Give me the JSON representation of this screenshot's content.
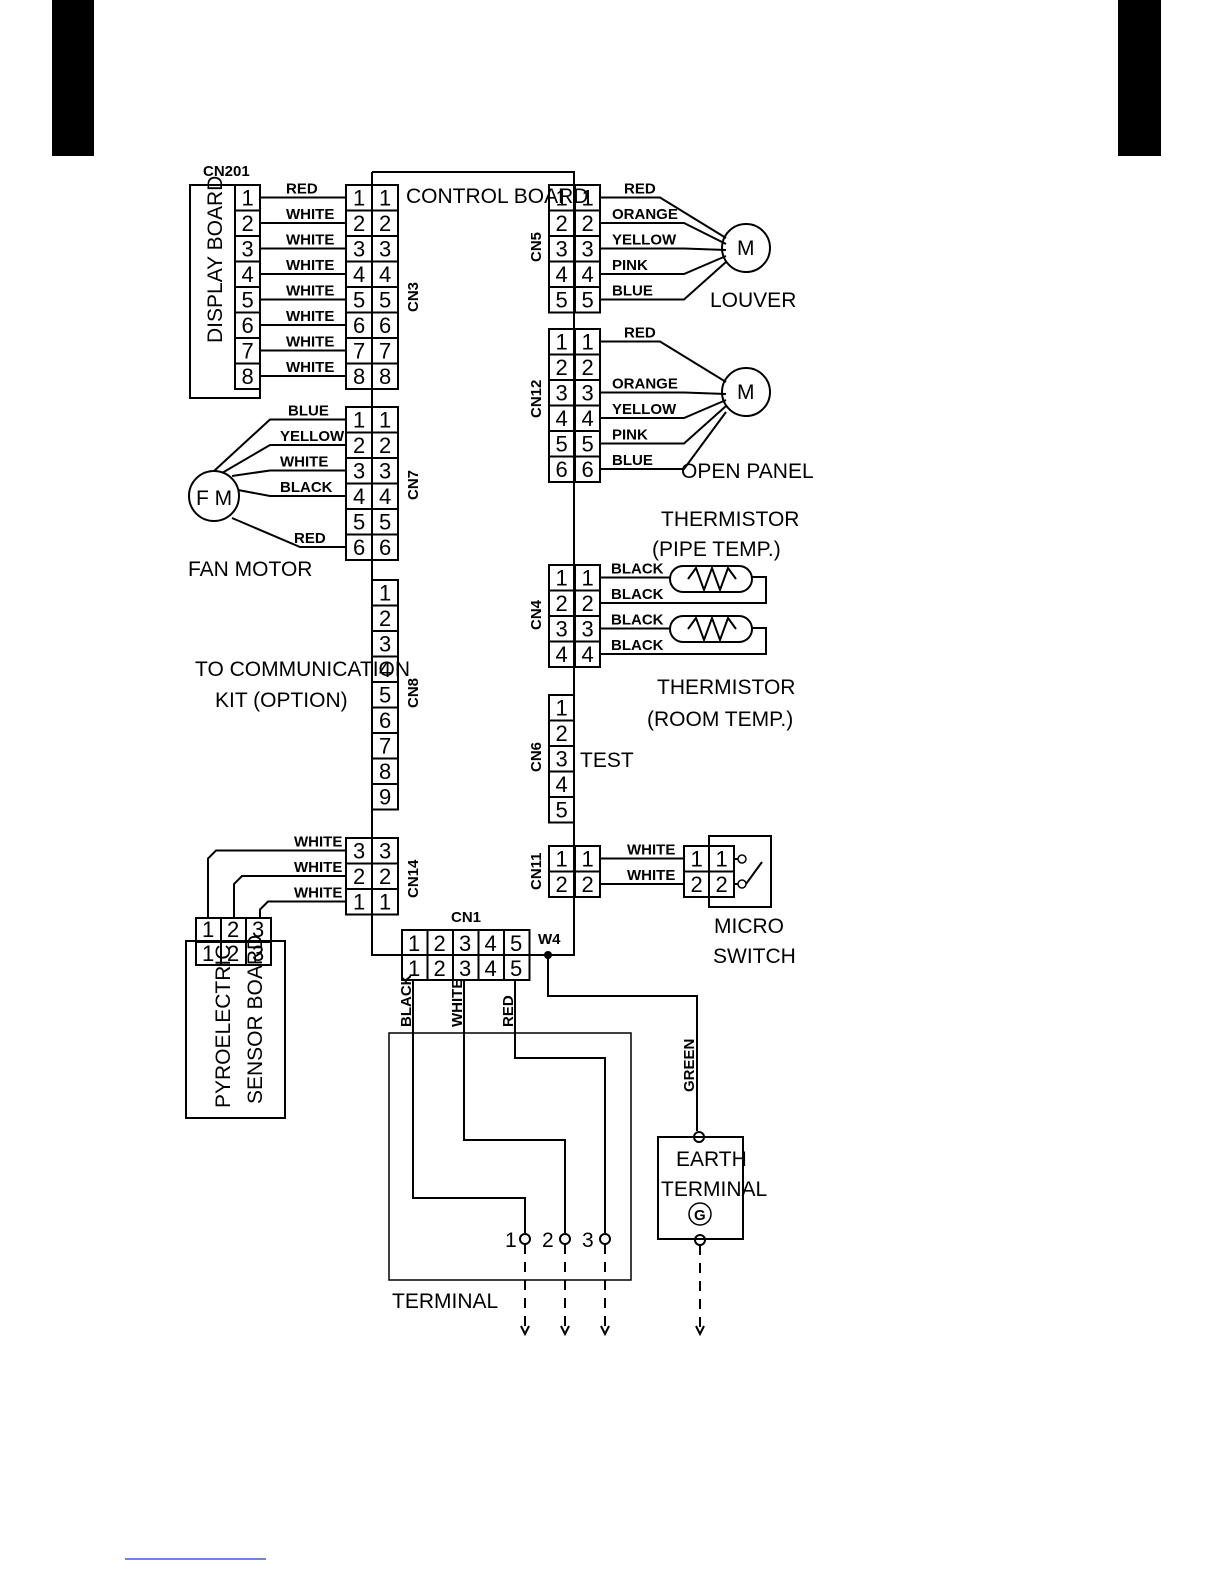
{
  "control_board_label": "CONTROL BOARD",
  "display": {
    "header": "CN201",
    "label": "DISPLAY BOARD",
    "pins": [
      "1",
      "2",
      "3",
      "4",
      "5",
      "6",
      "7",
      "8"
    ],
    "wires": [
      "RED",
      "WHITE",
      "WHITE",
      "WHITE",
      "WHITE",
      "WHITE",
      "WHITE",
      "WHITE"
    ]
  },
  "cn3": {
    "label": "CN3",
    "pins": [
      "1",
      "2",
      "3",
      "4",
      "5",
      "6",
      "7",
      "8"
    ]
  },
  "cn7": {
    "label": "CN7",
    "pins": [
      "1",
      "2",
      "3",
      "4",
      "5",
      "6"
    ],
    "wires": [
      "BLUE",
      "YELLOW",
      "WHITE",
      "BLACK",
      "",
      "RED"
    ]
  },
  "fan_motor": {
    "symbol": "F M",
    "label": "FAN MOTOR"
  },
  "cn8": {
    "label": "CN8",
    "pins": [
      "1",
      "2",
      "3",
      "4",
      "5",
      "6",
      "7",
      "8",
      "9"
    ],
    "note_line1": "TO COMMUNICATION",
    "note_line2": "KIT (OPTION)"
  },
  "cn14": {
    "label": "CN14",
    "pins": [
      "3",
      "2",
      "1"
    ],
    "wires": [
      "WHITE",
      "WHITE",
      "WHITE"
    ]
  },
  "pyro": {
    "pins": [
      "1",
      "2",
      "3"
    ],
    "line1": "PYROELECTRIC",
    "line2": "SENSOR BOARD"
  },
  "cn1": {
    "label": "CN1",
    "pins": [
      "1",
      "2",
      "3",
      "4",
      "5"
    ],
    "wires": [
      "BLACK",
      "WHITE",
      "RED"
    ],
    "w4": "W4"
  },
  "cn5": {
    "label": "CN5",
    "pins": [
      "1",
      "2",
      "3",
      "4",
      "5"
    ],
    "wires": [
      "RED",
      "ORANGE",
      "YELLOW",
      "PINK",
      "BLUE"
    ],
    "motor_symbol": "M",
    "device": "LOUVER"
  },
  "cn12": {
    "label": "CN12",
    "pins": [
      "1",
      "2",
      "3",
      "4",
      "5",
      "6"
    ],
    "wires": [
      "RED",
      "",
      "ORANGE",
      "YELLOW",
      "PINK",
      "BLUE"
    ],
    "motor_symbol": "M",
    "device": "OPEN PANEL"
  },
  "cn4": {
    "label": "CN4",
    "pins": [
      "1",
      "2",
      "3",
      "4"
    ],
    "wires": [
      "BLACK",
      "BLACK",
      "BLACK",
      "BLACK"
    ],
    "pipe_line1": "THERMISTOR",
    "pipe_line2": "(PIPE TEMP.)",
    "room_line1": "THERMISTOR",
    "room_line2": "(ROOM TEMP.)"
  },
  "cn6": {
    "label": "CN6",
    "pins": [
      "1",
      "2",
      "3",
      "4",
      "5"
    ],
    "test": "TEST"
  },
  "cn11": {
    "label": "CN11",
    "pins": [
      "1",
      "2"
    ],
    "wires": [
      "WHITE",
      "WHITE"
    ],
    "switch_line1": "MICRO",
    "switch_line2": "SWITCH"
  },
  "terminal": {
    "label": "TERMINAL",
    "numbers": [
      "1",
      "2",
      "3"
    ]
  },
  "earth": {
    "line1": "EARTH",
    "line2": "TERMINAL",
    "symbol": "G",
    "wire": "GREEN"
  }
}
